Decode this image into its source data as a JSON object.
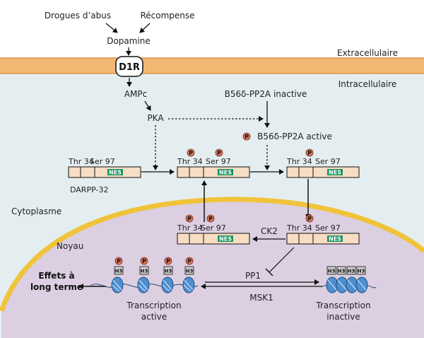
{
  "colors": {
    "background": "#e4eef1",
    "membrane": "#f2b873",
    "membrane_line": "#d98a3a",
    "nucleus_fill": "#dccfe2",
    "nuclear_envelope": "#f0c33a",
    "protein_box": "#f6ddc4",
    "nes_box": "#17935e",
    "phospho": "#d7785a",
    "histone": "#4f8fd0"
  },
  "inputs": {
    "drugs": "Drogues d’abus",
    "reward": "Récompense"
  },
  "dopamine": "Dopamine",
  "receptor": "D1R",
  "compartments": {
    "extracellular": "Extracellulaire",
    "intracellular": "Intracellulaire",
    "cytoplasm": "Cytoplasme",
    "nucleus": "Noyau"
  },
  "ampc": "AMPc",
  "pka": "PKA",
  "pp2a_inactive": "B56δ-PP2A inactive",
  "pp2a_active": "B56δ-PP2A  active",
  "phospho_symbol": "P",
  "histone_label": "H3",
  "darpp_name": "DARPP-32",
  "darpp_sites": {
    "thr": "Thr 34",
    "ser": "Ser 97",
    "nes": "NES"
  },
  "kinases": {
    "ck2": "CK2",
    "pp1": "PP1",
    "msk1": "MSK1"
  },
  "effects": {
    "line1": "Effets à",
    "line2": "long terme"
  },
  "transcription": {
    "active_line1": "Transcription",
    "active_line2": "active",
    "inactive_line1": "Transcription",
    "inactive_line2": "inactive"
  }
}
